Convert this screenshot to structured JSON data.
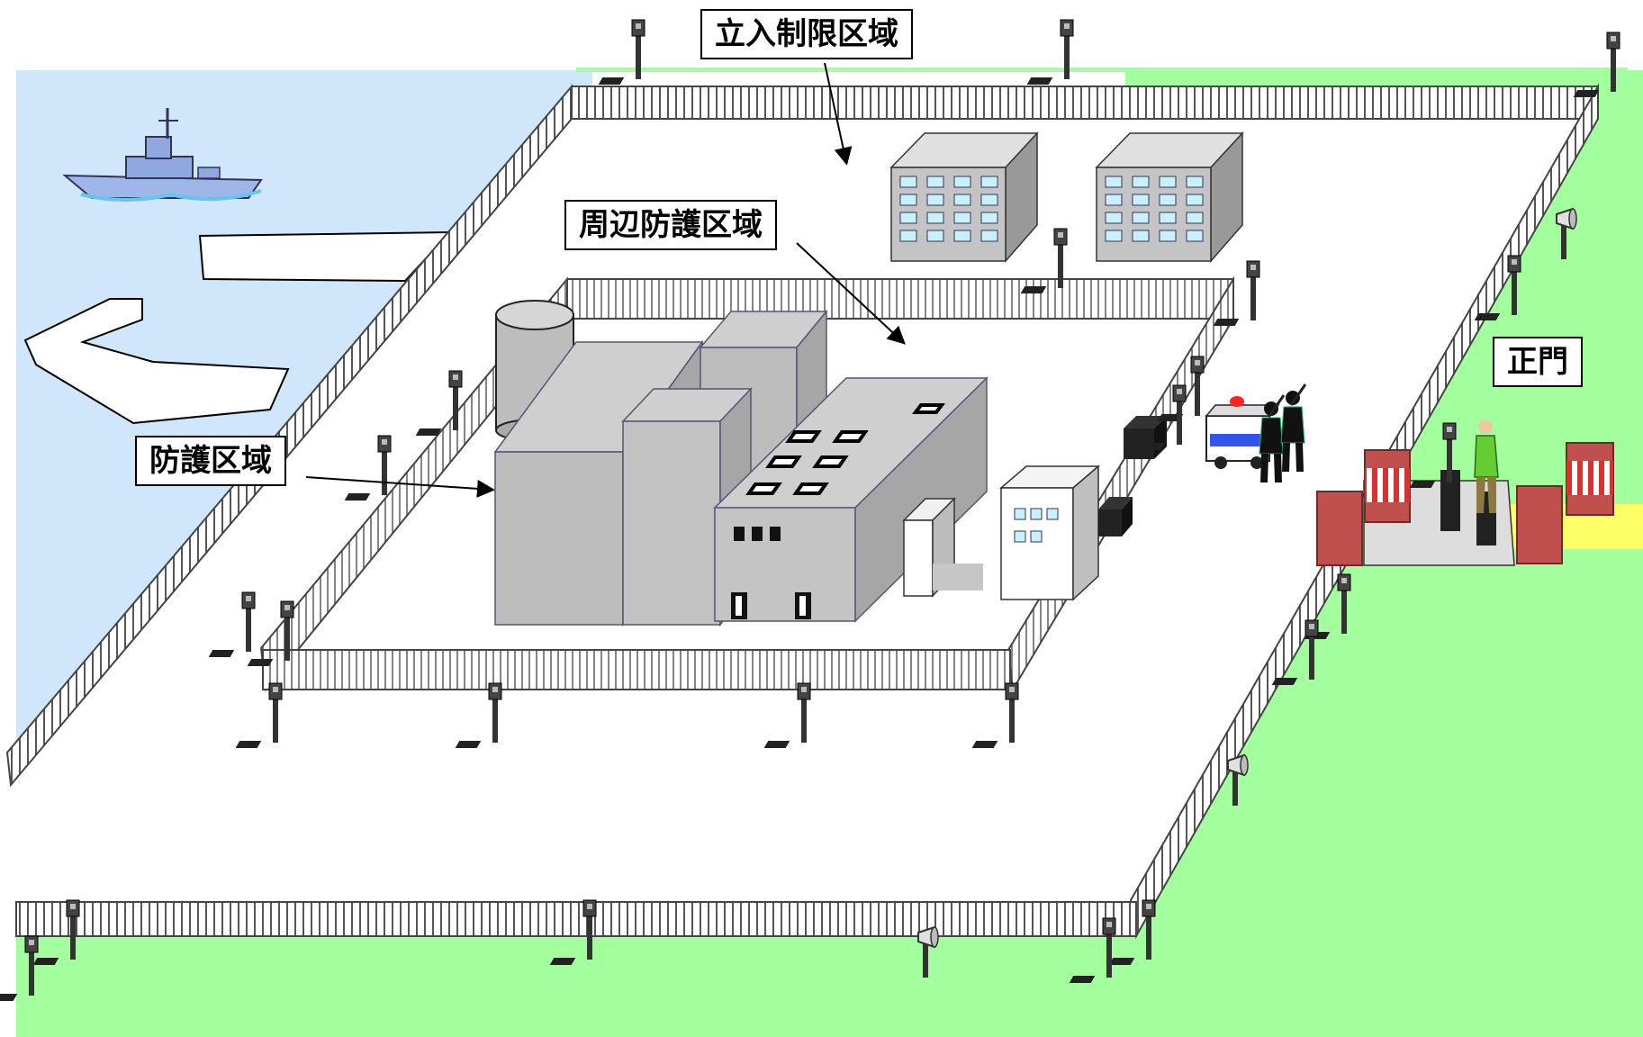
{
  "labels": {
    "restricted_area": "立入制限区域",
    "perimeter_area": "周辺防護区域",
    "protected_area": "防護区域",
    "main_gate": "正門"
  },
  "colors": {
    "water": "#cfe6fb",
    "grass": "#a3ff9e",
    "ground": "#ffffff",
    "fence": "#555555",
    "building": "#c4c4c4",
    "gate": "#c0504d",
    "gate_pad": "#ffff66",
    "window": "#c8f0ff",
    "patrol_car": "#3355ee",
    "siren": "#ff2222",
    "guard": "#66cc33"
  },
  "icons": [
    "ship-icon",
    "patrol-car-icon",
    "guard-icon",
    "camera-icon",
    "sensor-icon",
    "gate-icon",
    "tank-icon",
    "building-icon"
  ]
}
